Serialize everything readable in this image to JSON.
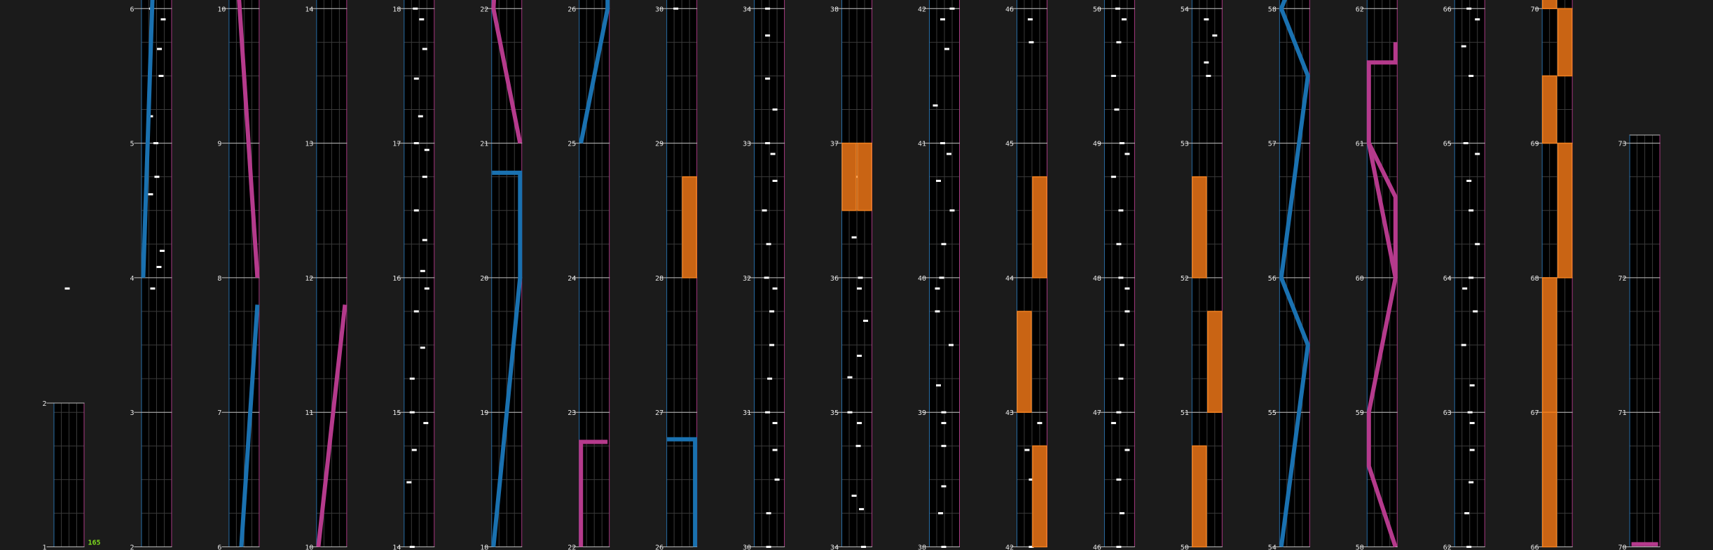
{
  "chart_view": {
    "colors": {
      "background": "#1b1b1b",
      "lane": "#000000",
      "grid": "#3a3a3a",
      "measure_line": "#bdbdbd",
      "left_border": "#2a6fa8",
      "right_border": "#a83a82",
      "tap_note": "#ffffff",
      "blue_slide": "#1a71b0",
      "pink_slide": "#b53a8c",
      "hold": "#c96414",
      "hold_edge": "#f08020",
      "counter": "#7fdc1e"
    },
    "combo_count": "165",
    "columns": [
      {
        "measures": [
          "1",
          "2"
        ]
      },
      {
        "measures": [
          "2",
          "3",
          "4",
          "5",
          "6"
        ]
      },
      {
        "measures": [
          "6",
          "7",
          "8",
          "9",
          "10"
        ]
      },
      {
        "measures": [
          "10",
          "11",
          "12",
          "13",
          "14"
        ]
      },
      {
        "measures": [
          "14",
          "15",
          "16",
          "17",
          "18"
        ]
      },
      {
        "measures": [
          "18",
          "19",
          "20",
          "21",
          "22"
        ]
      },
      {
        "measures": [
          "22",
          "23",
          "24",
          "25",
          "26"
        ]
      },
      {
        "measures": [
          "26",
          "27",
          "28",
          "29",
          "30"
        ]
      },
      {
        "measures": [
          "30",
          "31",
          "32",
          "33",
          "34"
        ]
      },
      {
        "measures": [
          "34",
          "35",
          "36",
          "37",
          "38"
        ]
      },
      {
        "measures": [
          "38",
          "39",
          "40",
          "41",
          "42"
        ]
      },
      {
        "measures": [
          "42",
          "43",
          "44",
          "45",
          "46"
        ]
      },
      {
        "measures": [
          "46",
          "47",
          "48",
          "49",
          "50"
        ]
      },
      {
        "measures": [
          "50",
          "51",
          "52",
          "53",
          "54"
        ]
      },
      {
        "measures": [
          "54",
          "55",
          "56",
          "57",
          "58"
        ]
      },
      {
        "measures": [
          "58",
          "59",
          "60",
          "61",
          "62"
        ]
      },
      {
        "measures": [
          "62",
          "63",
          "64",
          "65",
          "66"
        ]
      },
      {
        "measures": [
          "66",
          "67",
          "68",
          "69",
          "70"
        ]
      },
      {
        "measures": [
          "70",
          "71",
          "72",
          "73"
        ]
      }
    ]
  }
}
